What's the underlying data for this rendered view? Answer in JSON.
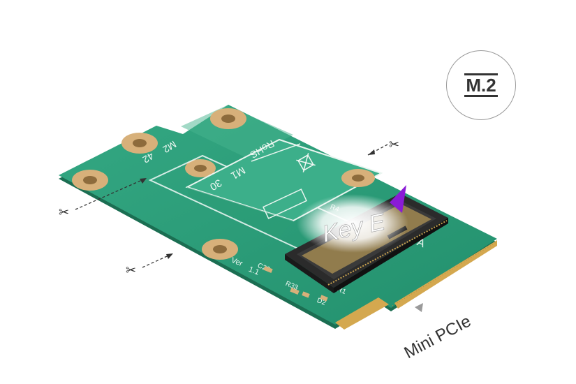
{
  "badge": {
    "label": "M.2"
  },
  "board": {
    "silk_m2": "M2",
    "silk_42": "42",
    "silk_m1": "M1",
    "silk_30": "30",
    "silk_rohs": "RoHS",
    "silk_ver": "Ver",
    "silk_ver_num": "1.1",
    "silk_c20": "C20",
    "silk_r33": "R33",
    "silk_r1": "R1",
    "silk_r4": "R4",
    "silk_d2": "D2",
    "silk_a": "A"
  },
  "callouts": {
    "key_label": "Key E",
    "interface_label": "Mini PCIe"
  },
  "colors": {
    "pcb": "#2a9b78",
    "pcb_dark": "#1e7a5c",
    "pad_gold": "#d7b07a",
    "connector": "#2b2b2b",
    "key_marker": "#8a1bd6"
  },
  "icons": [
    "scissors-icon",
    "arrow-icon"
  ]
}
